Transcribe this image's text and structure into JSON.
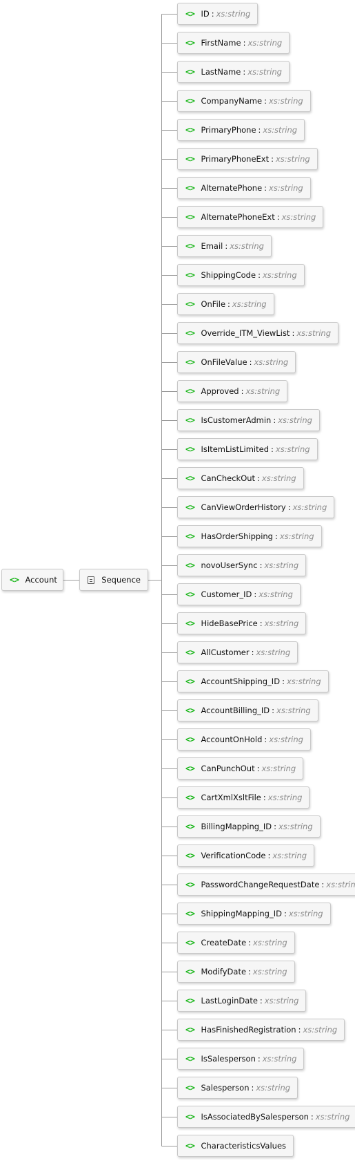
{
  "root": {
    "name": "Account"
  },
  "sequence": {
    "label": "Sequence"
  },
  "icons": {
    "element": "<>",
    "sequence": "sequence-icon"
  },
  "colors": {
    "element_icon": "#16b516",
    "type_text": "#8a8a8a",
    "connector": "#9a9a9a"
  },
  "elements": [
    {
      "name": "ID",
      "type": "xs:string"
    },
    {
      "name": "FirstName",
      "type": "xs:string"
    },
    {
      "name": "LastName",
      "type": "xs:string"
    },
    {
      "name": "CompanyName",
      "type": "xs:string"
    },
    {
      "name": "PrimaryPhone",
      "type": "xs:string"
    },
    {
      "name": "PrimaryPhoneExt",
      "type": "xs:string"
    },
    {
      "name": "AlternatePhone",
      "type": "xs:string"
    },
    {
      "name": "AlternatePhoneExt",
      "type": "xs:string"
    },
    {
      "name": "Email",
      "type": "xs:string"
    },
    {
      "name": "ShippingCode",
      "type": "xs:string"
    },
    {
      "name": "OnFile",
      "type": "xs:string"
    },
    {
      "name": "Override_ITM_ViewList",
      "type": "xs:string"
    },
    {
      "name": "OnFileValue",
      "type": "xs:string"
    },
    {
      "name": "Approved",
      "type": "xs:string"
    },
    {
      "name": "IsCustomerAdmin",
      "type": "xs:string"
    },
    {
      "name": "IsItemListLimited",
      "type": "xs:string"
    },
    {
      "name": "CanCheckOut",
      "type": "xs:string"
    },
    {
      "name": "CanViewOrderHistory",
      "type": "xs:string"
    },
    {
      "name": "HasOrderShipping",
      "type": "xs:string"
    },
    {
      "name": "novoUserSync",
      "type": "xs:string"
    },
    {
      "name": "Customer_ID",
      "type": "xs:string"
    },
    {
      "name": "HideBasePrice",
      "type": "xs:string"
    },
    {
      "name": "AllCustomer",
      "type": "xs:string"
    },
    {
      "name": "AccountShipping_ID",
      "type": "xs:string"
    },
    {
      "name": "AccountBilling_ID",
      "type": "xs:string"
    },
    {
      "name": "AccountOnHold",
      "type": "xs:string"
    },
    {
      "name": "CanPunchOut",
      "type": "xs:string"
    },
    {
      "name": "CartXmlXsltFile",
      "type": "xs:string"
    },
    {
      "name": "BillingMapping_ID",
      "type": "xs:string"
    },
    {
      "name": "VerificationCode",
      "type": "xs:string"
    },
    {
      "name": "PasswordChangeRequestDate",
      "type": "xs:string"
    },
    {
      "name": "ShippingMapping_ID",
      "type": "xs:string"
    },
    {
      "name": "CreateDate",
      "type": "xs:string"
    },
    {
      "name": "ModifyDate",
      "type": "xs:string"
    },
    {
      "name": "LastLoginDate",
      "type": "xs:string"
    },
    {
      "name": "HasFinishedRegistration",
      "type": "xs:string"
    },
    {
      "name": "IsSalesperson",
      "type": "xs:string"
    },
    {
      "name": "Salesperson",
      "type": "xs:string"
    },
    {
      "name": "IsAssociatedBySalesperson",
      "type": "xs:string"
    },
    {
      "name": "CharacteristicsValues",
      "type": ""
    }
  ]
}
